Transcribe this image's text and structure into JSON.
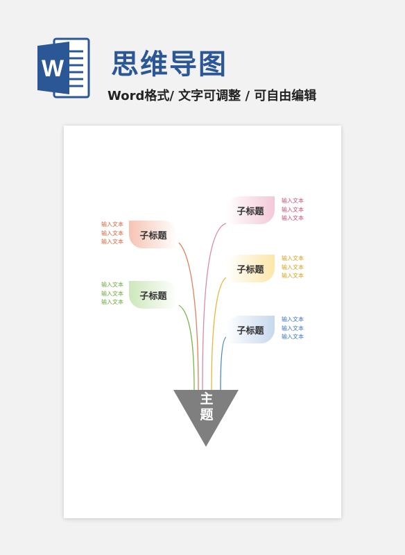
{
  "header": {
    "icon_letter": "W",
    "title": "思维导图",
    "subtitle": "Word格式/ 文字可调整 / 可自由编辑"
  },
  "main_topic": {
    "label": "主题",
    "color": "#7f7f7f"
  },
  "branches": [
    {
      "id": "pink",
      "label": "子标题",
      "color": "#d98aa8",
      "fill": "#f3c8d8",
      "items": [
        "输入文本",
        "输入文本",
        "输入文本"
      ]
    },
    {
      "id": "orange",
      "label": "子标题",
      "color": "#e0805a",
      "fill": "#f6c3b3",
      "items": [
        "输入文本",
        "输入文本",
        "输入文本"
      ]
    },
    {
      "id": "yellow",
      "label": "子标题",
      "color": "#e8b53a",
      "fill": "#fde6a8",
      "items": [
        "输入文本",
        "输入文本",
        "输入文本"
      ]
    },
    {
      "id": "green",
      "label": "子标题",
      "color": "#7ab648",
      "fill": "#cde7bb",
      "items": [
        "输入文本",
        "输入文本",
        "输入文本"
      ]
    },
    {
      "id": "blue",
      "label": "子标题",
      "color": "#4a86c8",
      "fill": "#c7d8ee",
      "items": [
        "输入文本",
        "输入文本",
        "输入文本"
      ]
    }
  ]
}
